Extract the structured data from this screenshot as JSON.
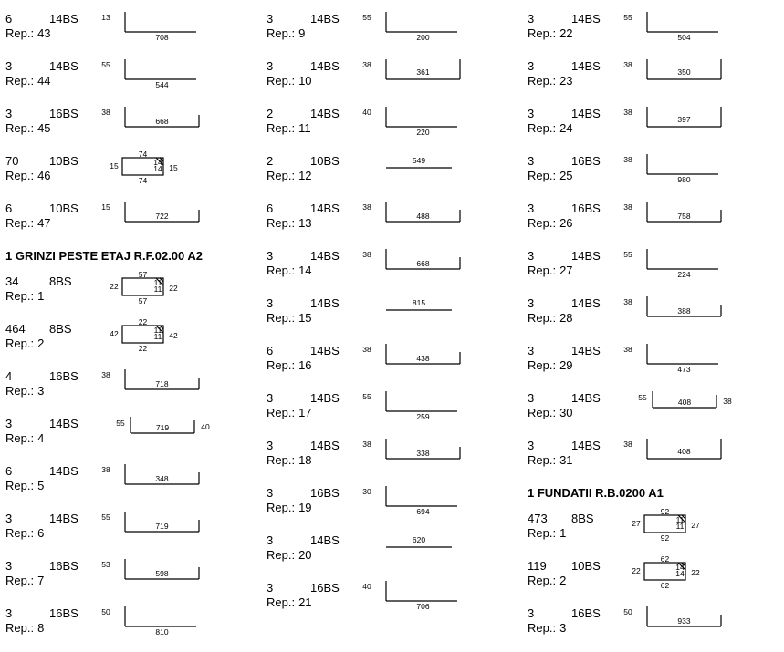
{
  "rep_label": "Rep.:",
  "columns": [
    [
      {
        "type": "item",
        "qty": "6",
        "diam": "14BS",
        "rep": "43",
        "shape": "L",
        "a": "13",
        "b": "708"
      },
      {
        "type": "item",
        "qty": "3",
        "diam": "14BS",
        "rep": "44",
        "shape": "L",
        "a": "55",
        "b": "544"
      },
      {
        "type": "item",
        "qty": "3",
        "diam": "16BS",
        "rep": "45",
        "shape": "U",
        "a": "38",
        "b": "668"
      },
      {
        "type": "item",
        "qty": "70",
        "diam": "10BS",
        "rep": "46",
        "shape": "S",
        "a": "74",
        "b": "15",
        "h1": "14",
        "h2": "14"
      },
      {
        "type": "item",
        "qty": "6",
        "diam": "10BS",
        "rep": "47",
        "shape": "U",
        "a": "15",
        "b": "722"
      },
      {
        "type": "section",
        "title": "1  GRINZI PESTE ETAJ R.F.02.00 A2"
      },
      {
        "type": "item",
        "qty": "34",
        "diam": "8BS",
        "rep": "1",
        "shape": "S",
        "a": "57",
        "b": "22",
        "h1": "11",
        "h2": "11"
      },
      {
        "type": "item",
        "qty": "464",
        "diam": "8BS",
        "rep": "2",
        "shape": "S",
        "a": "22",
        "b": "42",
        "h1": "11",
        "h2": "11"
      },
      {
        "type": "item",
        "qty": "4",
        "diam": "16BS",
        "rep": "3",
        "shape": "U",
        "a": "38",
        "b": "718"
      },
      {
        "type": "item",
        "qty": "3",
        "diam": "14BS",
        "rep": "4",
        "shape": "UU",
        "a": "55",
        "b": "719",
        "c": "40"
      },
      {
        "type": "item",
        "qty": "6",
        "diam": "14BS",
        "rep": "5",
        "shape": "U",
        "a": "38",
        "b": "348"
      },
      {
        "type": "item",
        "qty": "3",
        "diam": "14BS",
        "rep": "6",
        "shape": "U",
        "a": "55",
        "b": "719"
      },
      {
        "type": "item",
        "qty": "3",
        "diam": "16BS",
        "rep": "7",
        "shape": "U",
        "a": "53",
        "b": "598"
      },
      {
        "type": "item",
        "qty": "3",
        "diam": "16BS",
        "rep": "8",
        "shape": "L",
        "a": "50",
        "b": "810"
      }
    ],
    [
      {
        "type": "item",
        "qty": "3",
        "diam": "14BS",
        "rep": "9",
        "shape": "L",
        "a": "55",
        "b": "200"
      },
      {
        "type": "item",
        "qty": "3",
        "diam": "14BS",
        "rep": "10",
        "shape": "UT",
        "a": "38",
        "b": "361"
      },
      {
        "type": "item",
        "qty": "2",
        "diam": "14BS",
        "rep": "11",
        "shape": "L",
        "a": "40",
        "b": "220"
      },
      {
        "type": "item",
        "qty": "2",
        "diam": "10BS",
        "rep": "12",
        "shape": "I",
        "b": "549"
      },
      {
        "type": "item",
        "qty": "6",
        "diam": "14BS",
        "rep": "13",
        "shape": "U",
        "a": "38",
        "b": "488"
      },
      {
        "type": "item",
        "qty": "3",
        "diam": "14BS",
        "rep": "14",
        "shape": "U",
        "a": "38",
        "b": "668"
      },
      {
        "type": "item",
        "qty": "3",
        "diam": "14BS",
        "rep": "15",
        "shape": "I",
        "b": "815"
      },
      {
        "type": "item",
        "qty": "6",
        "diam": "14BS",
        "rep": "16",
        "shape": "U",
        "a": "38",
        "b": "438"
      },
      {
        "type": "item",
        "qty": "3",
        "diam": "14BS",
        "rep": "17",
        "shape": "L",
        "a": "55",
        "b": "259"
      },
      {
        "type": "item",
        "qty": "3",
        "diam": "14BS",
        "rep": "18",
        "shape": "U",
        "a": "38",
        "b": "338"
      },
      {
        "type": "item",
        "qty": "3",
        "diam": "16BS",
        "rep": "19",
        "shape": "L",
        "a": "30",
        "b": "694"
      },
      {
        "type": "item",
        "qty": "3",
        "diam": "14BS",
        "rep": "20",
        "shape": "I",
        "b": "620"
      },
      {
        "type": "item",
        "qty": "3",
        "diam": "16BS",
        "rep": "21",
        "shape": "L",
        "a": "40",
        "b": "706"
      }
    ],
    [
      {
        "type": "item",
        "qty": "3",
        "diam": "14BS",
        "rep": "22",
        "shape": "L",
        "a": "55",
        "b": "504"
      },
      {
        "type": "item",
        "qty": "3",
        "diam": "14BS",
        "rep": "23",
        "shape": "UT",
        "a": "38",
        "b": "350"
      },
      {
        "type": "item",
        "qty": "3",
        "diam": "14BS",
        "rep": "24",
        "shape": "UT",
        "a": "38",
        "b": "397"
      },
      {
        "type": "item",
        "qty": "3",
        "diam": "16BS",
        "rep": "25",
        "shape": "L",
        "a": "38",
        "b": "980"
      },
      {
        "type": "item",
        "qty": "3",
        "diam": "16BS",
        "rep": "26",
        "shape": "U",
        "a": "38",
        "b": "758"
      },
      {
        "type": "item",
        "qty": "3",
        "diam": "14BS",
        "rep": "27",
        "shape": "L",
        "a": "55",
        "b": "224"
      },
      {
        "type": "item",
        "qty": "3",
        "diam": "14BS",
        "rep": "28",
        "shape": "U",
        "a": "38",
        "b": "388"
      },
      {
        "type": "item",
        "qty": "3",
        "diam": "14BS",
        "rep": "29",
        "shape": "L",
        "a": "38",
        "b": "473"
      },
      {
        "type": "item",
        "qty": "3",
        "diam": "14BS",
        "rep": "30",
        "shape": "UU",
        "a": "55",
        "b": "408",
        "c": "38"
      },
      {
        "type": "item",
        "qty": "3",
        "diam": "14BS",
        "rep": "31",
        "shape": "UT",
        "a": "38",
        "b": "408"
      },
      {
        "type": "section",
        "title": "1  FUNDATII R.B.0200 A1"
      },
      {
        "type": "item",
        "qty": "473",
        "diam": "8BS",
        "rep": "1",
        "shape": "S",
        "a": "92",
        "b": "27",
        "h1": "11",
        "h2": "11"
      },
      {
        "type": "item",
        "qty": "119",
        "diam": "10BS",
        "rep": "2",
        "shape": "S",
        "a": "62",
        "b": "22",
        "h1": "14",
        "h2": "14"
      },
      {
        "type": "item",
        "qty": "3",
        "diam": "16BS",
        "rep": "3",
        "shape": "U",
        "a": "50",
        "b": "933"
      }
    ]
  ]
}
